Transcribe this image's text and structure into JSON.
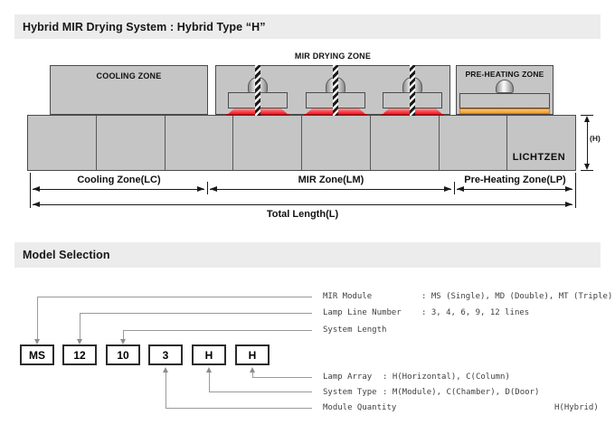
{
  "header": {
    "title": "Hybrid MIR Drying System : Hybrid Type “H”"
  },
  "diagram": {
    "mir_drying_zone_title": "MIR DRYING ZONE",
    "cooling_zone": "COOLING ZONE",
    "preheating_zone": "PRE-HEATING ZONE",
    "brand": "LICHTZEN",
    "height_dim": "(H)",
    "dim_cooling": "Cooling Zone(LC)",
    "dim_mir": "MIR Zone(LM)",
    "dim_preheat": "Pre-Heating Zone(LP)",
    "dim_total": "Total Length(L)"
  },
  "model": {
    "section_title": "Model Selection",
    "boxes": [
      "MS",
      "12",
      "10",
      "3",
      "H",
      "H"
    ],
    "legend": [
      {
        "label": "MIR Module",
        "value": ": MS (Single), MD (Double), MT (Triple)"
      },
      {
        "label": "Lamp Line Number",
        "value": ": 3, 4, 6, 9, 12 lines"
      },
      {
        "label": "System Length",
        "value": ""
      },
      {
        "label": "Lamp Array",
        "value": ": H(Horizontal), C(Column)"
      },
      {
        "label": "System Type",
        "value": ": M(Module), C(Chamber), D(Door)"
      },
      {
        "label": "Module Quantity",
        "value": ""
      }
    ],
    "hybrid_note": "H(Hybrid)"
  },
  "colors": {
    "lamp_red": "#ec1626",
    "preheat_orange": "#f29b2a",
    "panel_gray": "#c5c5c5",
    "section_bar_gray": "#ececec"
  }
}
